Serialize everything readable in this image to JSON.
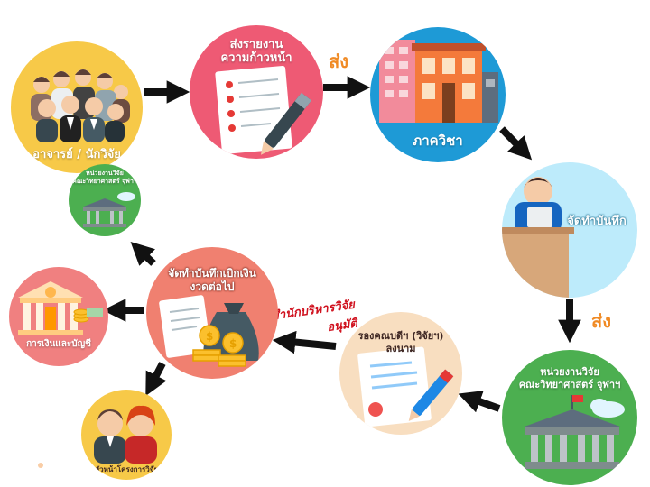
{
  "nodes": {
    "researchers": {
      "label": "อาจารย์ / นักวิจัย",
      "color": "#F7C948"
    },
    "progress_report": {
      "label_line1": "ส่งรายงาน",
      "label_line2": "ความก้าวหน้า",
      "color": "#EE5A74"
    },
    "department": {
      "label": "ภาควิชา",
      "color": "#1E9AD6"
    },
    "memo": {
      "label": "จัดทำบันทึก",
      "color": "#BDEBFB"
    },
    "research_unit": {
      "label_line1": "หน่วยงานวิจัย",
      "label_line2": "คณะวิทยาศาสตร์ จุฬาฯ",
      "color": "#4CAF50"
    },
    "deputy_dean": {
      "label_line1": "รองคณบดีฯ (วิจัยฯ)",
      "label_line2": "ลงนาม",
      "color": "#F8DEC0"
    },
    "disbursement_memo": {
      "label_line1": "จัดทำบันทึกเบิกเงิน",
      "label_line2": "งวดต่อไป",
      "color": "#F08070"
    },
    "research_unit_small": {
      "label_line1": "หน่วยงานวิจัย",
      "label_line2": "คณะวิทยาศาสตร์ จุฬาฯ",
      "color": "#4CAF50"
    },
    "finance": {
      "label": "การเงินและบัญชี",
      "color": "#F08080"
    },
    "project_head": {
      "label": "หัวหน้าโครงการวิจัย",
      "color": "#F7C948"
    }
  },
  "edges": {
    "send_label_top": "ส่ง",
    "send_label_right": "ส่ง",
    "approval_line1": "สำนักบริหารวิจัย",
    "approval_line2": "อนุมัติ"
  },
  "colors": {
    "arrow": "#111111",
    "send_text": "#F08A24",
    "approval_text": "#D0111E"
  }
}
